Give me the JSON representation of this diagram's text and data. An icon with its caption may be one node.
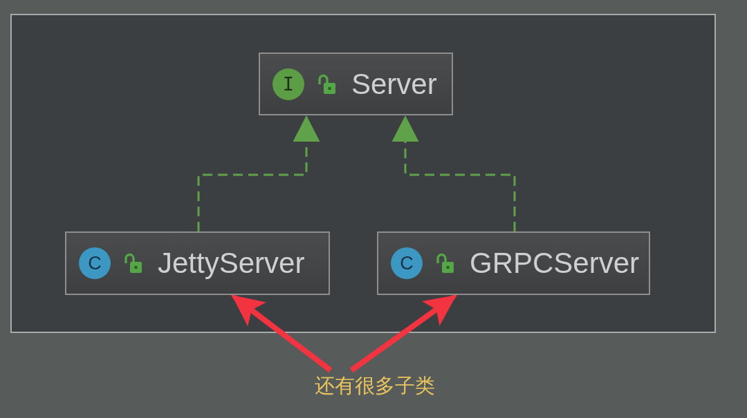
{
  "diagram": {
    "nodes": [
      {
        "text": [
          "I",
          "Server"
        ]
      },
      {
        "text": [
          "C",
          "JettyServer"
        ]
      },
      {
        "text": [
          "C",
          "GRPCServer"
        ]
      },
      {
        "text": [
          "还有很多子类"
        ]
      }
    ],
    "edges": [
      {
        "from": 1,
        "to": 0,
        "arrow": "to",
        "style": "dashed",
        "color": "#5fa24a"
      },
      {
        "from": 2,
        "to": 0,
        "arrow": "to",
        "style": "dashed",
        "color": "#5fa24a"
      },
      {
        "from": 3,
        "to": 1,
        "arrow": "to",
        "style": "thick",
        "color": "#f23340"
      },
      {
        "from": 3,
        "to": 2,
        "arrow": "to",
        "style": "thick",
        "color": "#f23340"
      }
    ]
  }
}
